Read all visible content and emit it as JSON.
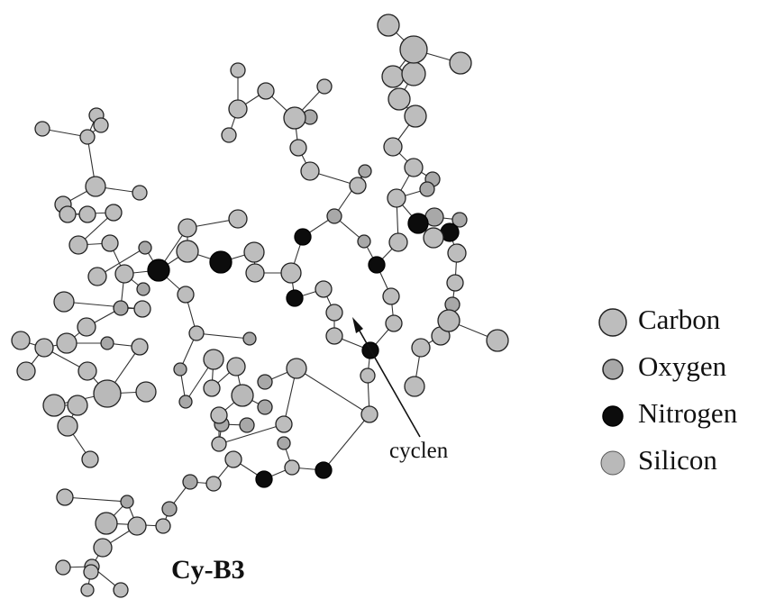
{
  "molecule_name": "Cy-B3",
  "annotation": "cyclen",
  "legend": [
    {
      "label": "Carbon",
      "fill": "#bdbdbd",
      "size": "large"
    },
    {
      "label": "Oxygen",
      "fill": "#a8a8a8",
      "size": "small"
    },
    {
      "label": "Nitrogen",
      "fill": "#0c0c0c",
      "size": "small"
    },
    {
      "label": "Silicon",
      "fill": "#b9b9b9",
      "size": "large"
    }
  ],
  "colors": {
    "carbon": "#bdbdbd",
    "oxygen": "#a8a8a8",
    "nitrogen": "#0c0c0c",
    "silicon": "#b9b9b9",
    "bond": "#333333",
    "outline": "#222222"
  }
}
